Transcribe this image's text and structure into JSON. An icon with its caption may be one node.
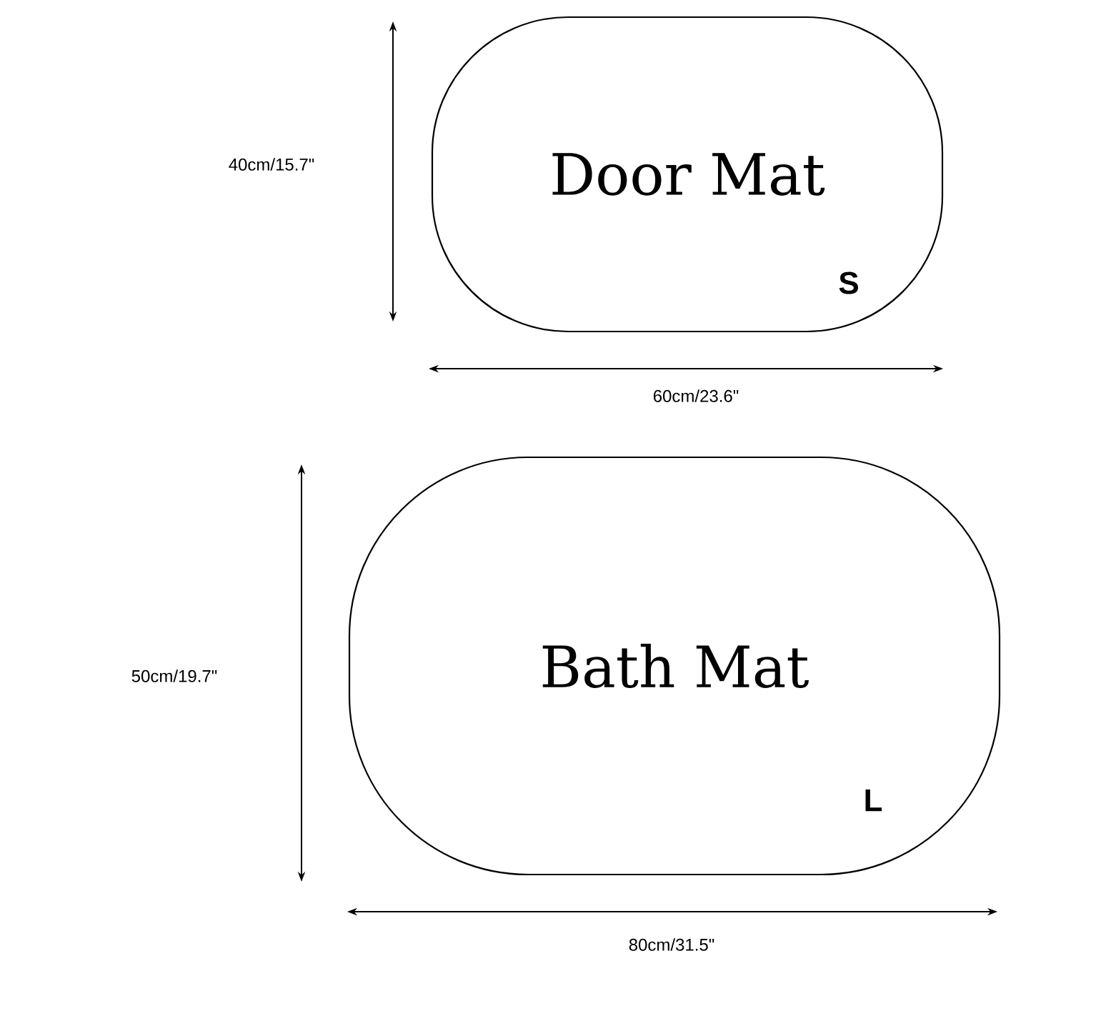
{
  "diagram": {
    "nodes": [
      {
        "text": [
          "Door Mat",
          "S"
        ]
      },
      {
        "text": [
          "Bath Mat",
          "L"
        ]
      }
    ],
    "labels": [
      "40cm/15.7\"",
      "60cm/23.6\"",
      "50cm/19.7\"",
      "80cm/31.5\""
    ]
  }
}
